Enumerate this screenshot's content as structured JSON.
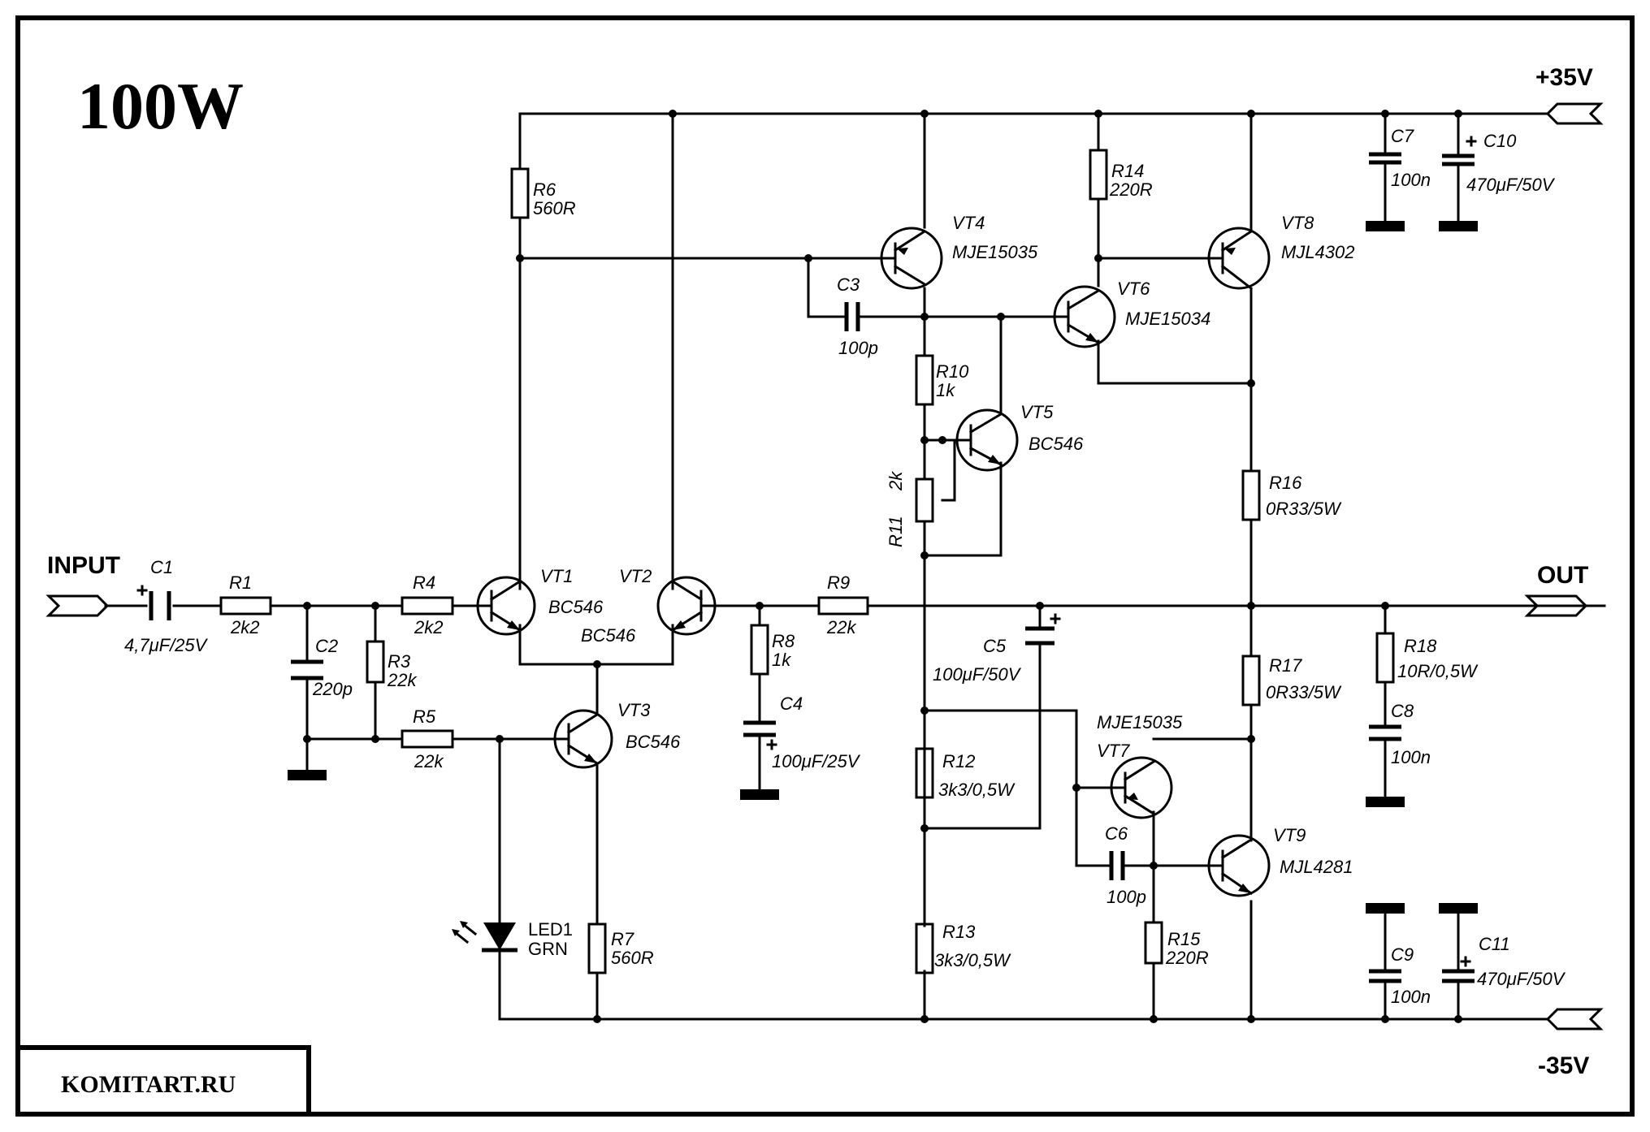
{
  "title": "100W",
  "brand": "KOMITART.RU",
  "rails": {
    "pos": "+35V",
    "neg": "-35V"
  },
  "ports": {
    "input": "INPUT",
    "output": "OUT"
  },
  "components": {
    "c1": {
      "ref": "C1",
      "value": "4,7μF/25V"
    },
    "r1": {
      "ref": "R1",
      "value": "2k2"
    },
    "c2": {
      "ref": "C2",
      "value": "220p"
    },
    "r3": {
      "ref": "R3",
      "value": "22k"
    },
    "r4": {
      "ref": "R4",
      "value": "2k2"
    },
    "r5": {
      "ref": "R5",
      "value": "22k"
    },
    "vt1": {
      "ref": "VT1",
      "value": "BC546"
    },
    "vt2": {
      "ref": "VT2",
      "value": "BC546"
    },
    "vt3": {
      "ref": "VT3",
      "value": "BC546"
    },
    "r6": {
      "ref": "R6",
      "value": "560R"
    },
    "r7": {
      "ref": "R7",
      "value": "560R"
    },
    "led1": {
      "ref": "LED1",
      "value": "GRN"
    },
    "r8": {
      "ref": "R8",
      "value": "1k"
    },
    "c4": {
      "ref": "C4",
      "value": "100μF/25V"
    },
    "r9": {
      "ref": "R9",
      "value": "22k"
    },
    "c3": {
      "ref": "C3",
      "value": "100p"
    },
    "vt4": {
      "ref": "VT4",
      "value": "MJE15035"
    },
    "r10": {
      "ref": "R10",
      "value": "1k"
    },
    "vt5": {
      "ref": "VT5",
      "value": "BC546"
    },
    "r11": {
      "ref": "R11",
      "value": "2k"
    },
    "c5": {
      "ref": "C5",
      "value": "100μF/50V"
    },
    "r12": {
      "ref": "R12",
      "value": "3k3/0,5W"
    },
    "r13": {
      "ref": "R13",
      "value": "3k3/0,5W"
    },
    "r14": {
      "ref": "R14",
      "value": "220R"
    },
    "vt6": {
      "ref": "VT6",
      "value": "MJE15034"
    },
    "vt7": {
      "ref": "VT7",
      "value": "MJE15035"
    },
    "c6": {
      "ref": "C6",
      "value": "100p"
    },
    "r15": {
      "ref": "R15",
      "value": "220R"
    },
    "vt8": {
      "ref": "VT8",
      "value": "MJL4302"
    },
    "vt9": {
      "ref": "VT9",
      "value": "MJL4281"
    },
    "r16": {
      "ref": "R16",
      "value": "0R33/5W"
    },
    "r17": {
      "ref": "R17",
      "value": "0R33/5W"
    },
    "r18": {
      "ref": "R18",
      "value": "10R/0,5W"
    },
    "c7": {
      "ref": "C7",
      "value": "100n"
    },
    "c8": {
      "ref": "C8",
      "value": "100n"
    },
    "c9": {
      "ref": "C9",
      "value": "100n"
    },
    "c10": {
      "ref": "C10",
      "value": "470μF/50V"
    },
    "c11": {
      "ref": "C11",
      "value": "470μF/50V"
    }
  }
}
